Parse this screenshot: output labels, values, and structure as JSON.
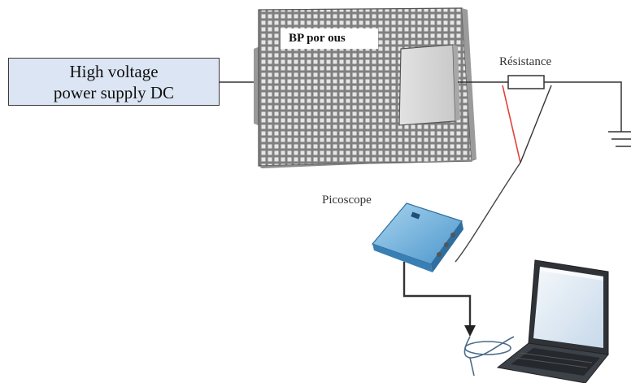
{
  "power_supply": {
    "line1": "High voltage",
    "line2": "power supply DC"
  },
  "sample": {
    "label": "BP por ous"
  },
  "resistor": {
    "label": "Résistance"
  },
  "oscilloscope": {
    "label": "Picoscope"
  }
}
